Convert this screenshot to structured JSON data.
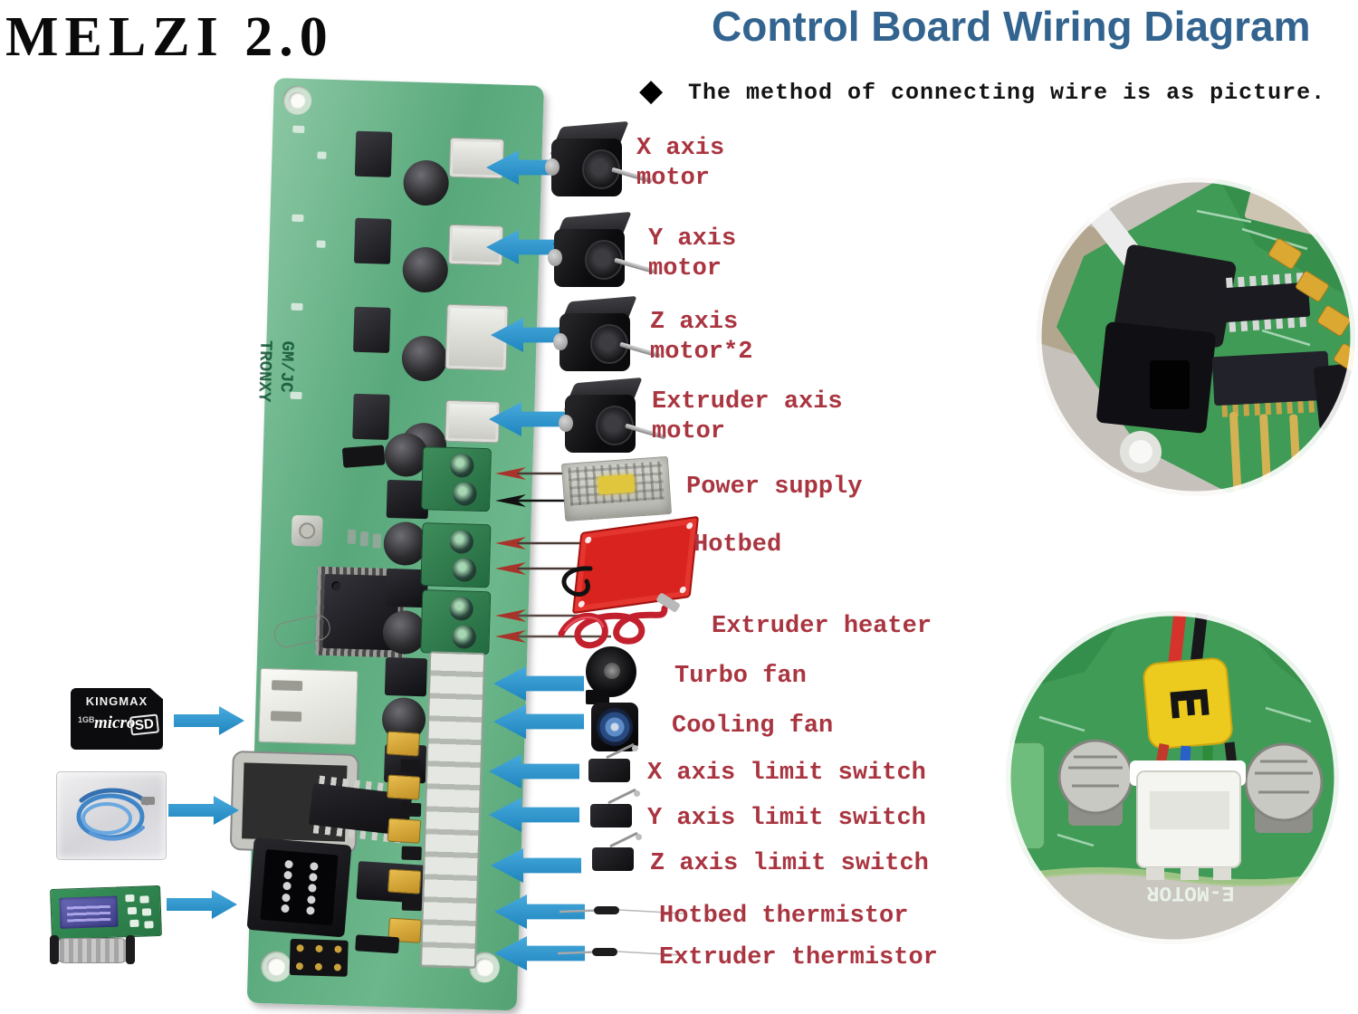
{
  "header": {
    "board_title": "MELZI 2.0",
    "diagram_title": "Control Board Wiring Diagram",
    "note_bullet": "◆",
    "note_text": "The method of connecting wire is as picture."
  },
  "board": {
    "silkscreen": "GM/JC\nTRONXY"
  },
  "connections": [
    {
      "id": "x-axis-motor",
      "label": "X axis\nmotor"
    },
    {
      "id": "y-axis-motor",
      "label": "Y axis\nmotor"
    },
    {
      "id": "z-axis-motor",
      "label": "Z axis\nmotor*2"
    },
    {
      "id": "extruder-axis-motor",
      "label": "Extruder axis\nmotor"
    },
    {
      "id": "power-supply",
      "label": "Power supply"
    },
    {
      "id": "hotbed",
      "label": "Hotbed"
    },
    {
      "id": "extruder-heater",
      "label": "Extruder heater"
    },
    {
      "id": "turbo-fan",
      "label": "Turbo fan"
    },
    {
      "id": "cooling-fan",
      "label": "Cooling fan"
    },
    {
      "id": "x-axis-limit-switch",
      "label": "X axis limit switch"
    },
    {
      "id": "y-axis-limit-switch",
      "label": "Y axis limit switch"
    },
    {
      "id": "z-axis-limit-switch",
      "label": "Z axis limit switch"
    },
    {
      "id": "hotbed-thermistor",
      "label": "Hotbed thermistor"
    },
    {
      "id": "extruder-thermistor",
      "label": "Extruder thermistor"
    }
  ],
  "left_peripherals": {
    "sd_card": {
      "brand": "KINGMAX",
      "logo_micro": "micro",
      "logo_sd": "SD",
      "capacity": "1GB"
    }
  },
  "photos": {
    "emotor_closeup": {
      "marker_letter": "E",
      "port_label": "E-MOTOR"
    }
  },
  "colors": {
    "diagram_title_blue": "#32648f",
    "label_red": "#a93540",
    "arrow_blue": "#2e9bd6",
    "pcb_green": "#5da97e",
    "hotbed_red": "#d8231f"
  }
}
